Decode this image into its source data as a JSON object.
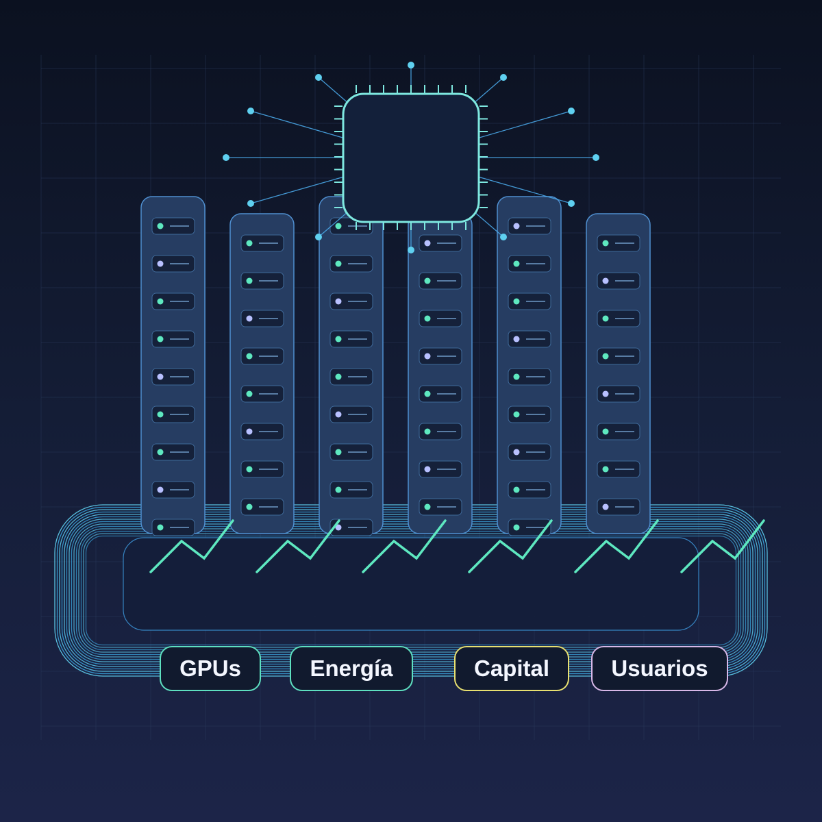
{
  "labels": [
    {
      "text": "GPUs",
      "color": "#5ee0c0"
    },
    {
      "text": "Energía",
      "color": "#5ee0c0"
    },
    {
      "text": "Capital",
      "color": "#e8e070"
    },
    {
      "text": "Usuarios",
      "color": "#d8b8e8"
    }
  ],
  "colors": {
    "accent_green": "#5ee8c0",
    "accent_blue": "#5fd0f0",
    "accent_lavender": "#b8c0ff",
    "rack_fill": "#263d62",
    "rack_stroke": "#4f8fd0",
    "chip_fill": "#13203a",
    "chip_stroke": "#7ee8e0"
  },
  "racks": [
    {
      "leds": [
        "green",
        "lavender",
        "green",
        "green",
        "lavender",
        "green",
        "green",
        "lavender",
        "green"
      ]
    },
    {
      "leds": [
        "green",
        "green",
        "lavender",
        "green",
        "green",
        "lavender",
        "green",
        "green"
      ]
    },
    {
      "leds": [
        "green",
        "green",
        "lavender",
        "green",
        "green",
        "lavender",
        "green",
        "green",
        "lavender"
      ]
    },
    {
      "leds": [
        "lavender",
        "green",
        "green",
        "lavender",
        "green",
        "green",
        "lavender",
        "green"
      ]
    },
    {
      "leds": [
        "lavender",
        "green",
        "green",
        "lavender",
        "green",
        "green",
        "lavender",
        "green",
        "green"
      ]
    },
    {
      "leds": [
        "green",
        "lavender",
        "green",
        "green",
        "lavender",
        "green",
        "green",
        "lavender"
      ]
    }
  ],
  "icons": {
    "chip": "processor-chip-icon",
    "rack": "server-rack-icon",
    "trend": "trend-up-icon",
    "loop": "cycle-loop-icon"
  }
}
